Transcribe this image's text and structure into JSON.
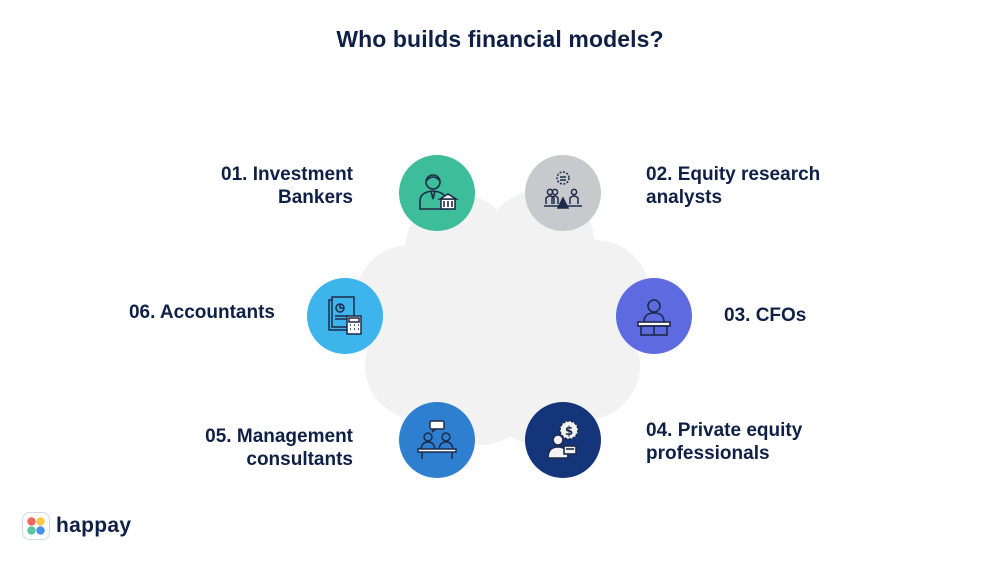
{
  "title": "Who builds financial models?",
  "nodes": [
    {
      "line1": "01.  Investment",
      "line2": "Bankers",
      "icon": "banker-icon",
      "color": "#3dbd99"
    },
    {
      "line1": "02. Equity research",
      "line2": "analysts",
      "icon": "analysts-scale-icon",
      "color": "#c7c9cc"
    },
    {
      "line1": "03. CFOs",
      "line2": "",
      "icon": "cfo-desk-icon",
      "color": "#5e6ae0"
    },
    {
      "line1": "04. Private equity",
      "line2": "professionals",
      "icon": "investor-money-icon",
      "color": "#14357a"
    },
    {
      "line1": "05. Management",
      "line2": "consultants",
      "icon": "consultant-meeting-icon",
      "color": "#2f7fd0"
    },
    {
      "line1": "06. Accountants",
      "line2": "",
      "icon": "accounting-calculator-icon",
      "color": "#3eb4ec"
    }
  ],
  "brand": {
    "name": "happay",
    "logo_colors": [
      "#f2665c",
      "#ffc74a",
      "#58c8a0",
      "#4c8fe8"
    ]
  }
}
